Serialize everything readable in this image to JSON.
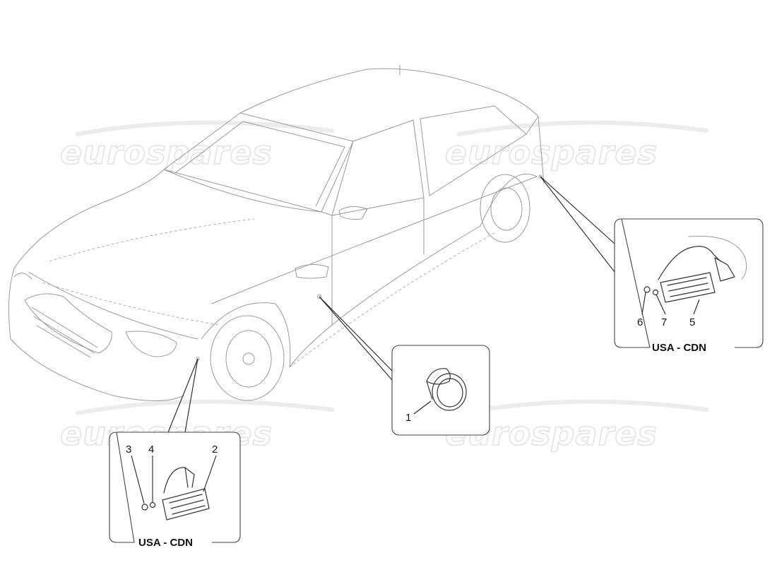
{
  "watermark": "eurospares",
  "callouts": {
    "part1": "1",
    "part2": "2",
    "part3": "3",
    "part4": "4",
    "part5": "5",
    "part6": "6",
    "part7": "7"
  },
  "regions": {
    "front_box_label": "USA - CDN",
    "rear_box_label": "USA - CDN"
  },
  "colors": {
    "line_art": "#9a9a9a",
    "callout_line": "#222222",
    "watermark": "#e3e3e3"
  }
}
